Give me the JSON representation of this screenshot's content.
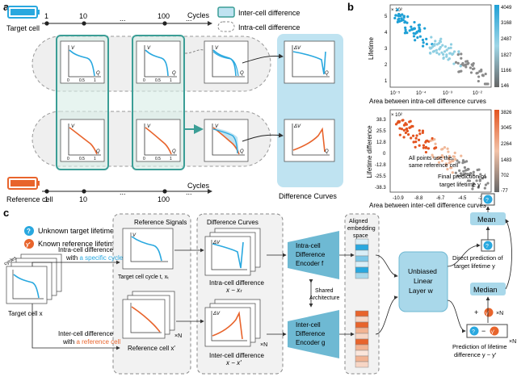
{
  "panels": {
    "a": "a",
    "b": "b",
    "c": "c"
  },
  "colors": {
    "blue": "#29a8df",
    "orange": "#e8642c",
    "teal": "#3b9e96",
    "lightblue": "#bfe3f1",
    "box": "#4aa8b8",
    "gray": "#9a9a9a"
  },
  "panel_a": {
    "target_cell": "Target cell",
    "reference_cell": "Reference cell",
    "cycles_label": "Cycles",
    "ticks": [
      "1",
      "10",
      "...",
      "100",
      "..."
    ],
    "legend_inter": "Inter-cell difference",
    "legend_intra": "Intra-cell difference",
    "difference_curves": "Difference Curves",
    "axis_v": "V",
    "axis_q": "Q",
    "axis_dv": "ΔV",
    "tick_0": "0",
    "tick_05": "0.5",
    "tick_1": "1"
  },
  "panel_b": {
    "top_ylabel": "Lifetime",
    "top_xlabel": "Area between intra-cell difference curves",
    "top_scale": "× 10²",
    "top_colorbar": [
      "4049",
      "3168",
      "2487",
      "1827",
      "1166",
      "146"
    ],
    "top_yticks": [
      "5",
      "4",
      "3",
      "2",
      "1"
    ],
    "top_xticks": [
      "10⁻⁵",
      "10⁻⁴",
      "10⁻³",
      "10⁻²"
    ],
    "bottom_ylabel": "Lifetime difference",
    "bottom_xlabel": "Area between inter-cell difference curves",
    "bottom_scale": "× 10²",
    "bottom_colorbar": [
      "3826",
      "3045",
      "2264",
      "1483",
      "702",
      "-77"
    ],
    "bottom_yticks": [
      "38.3",
      "25.5",
      "12.8",
      "0",
      "-12.8",
      "-25.5",
      "-38.3"
    ],
    "bottom_xticks": [
      "-10.9",
      "-8.8",
      "-6.7",
      "-4.5",
      "-2.3"
    ],
    "bottom_note_1": "All points use the",
    "bottom_note_2": "same reference cell"
  },
  "panel_c": {
    "legend_unknown": "Unknown target lifetime y",
    "legend_known": "Known reference lifetimes",
    "reference_signals": "Reference Signals",
    "difference_curves": "Difference Curves",
    "aligned": [
      "Aligned",
      "embedding",
      "space"
    ],
    "intra_line1": "Intra-cell difference",
    "intra_line2a": "with ",
    "intra_line2b": "a specific cycle",
    "inter_line1": "Inter-cell difference",
    "inter_line2a": "with ",
    "inter_line2b": "a reference cell",
    "target_cell": "Target cell x",
    "target_cycle": "Target cell cycle t, xₜ",
    "reference_cell": "Reference cell x′",
    "intra_diff": "Intra-cell difference",
    "intra_formula": "x − xₜ",
    "inter_diff": "Inter-cell difference",
    "inter_formula": "x − x′",
    "encoder_intra": [
      "Intra-cell",
      "Difference",
      "Encoder f"
    ],
    "encoder_inter": [
      "Inter-cell",
      "Difference",
      "Encoder g"
    ],
    "shared": [
      "Shared",
      "Architecture"
    ],
    "linear": [
      "Unbiased",
      "Linear",
      "Layer w"
    ],
    "mean": "Mean",
    "median": "Median",
    "final_pred": [
      "Final prediction of",
      "target lifetime y"
    ],
    "direct_pred": [
      "Direct prediction of",
      "target lifetime y"
    ],
    "pred_diff": [
      "Prediction of lifetime",
      "difference y − y′"
    ],
    "times_n": "×N",
    "cycles": "cycles",
    "q_mark": "?",
    "y_prime": "y′"
  }
}
